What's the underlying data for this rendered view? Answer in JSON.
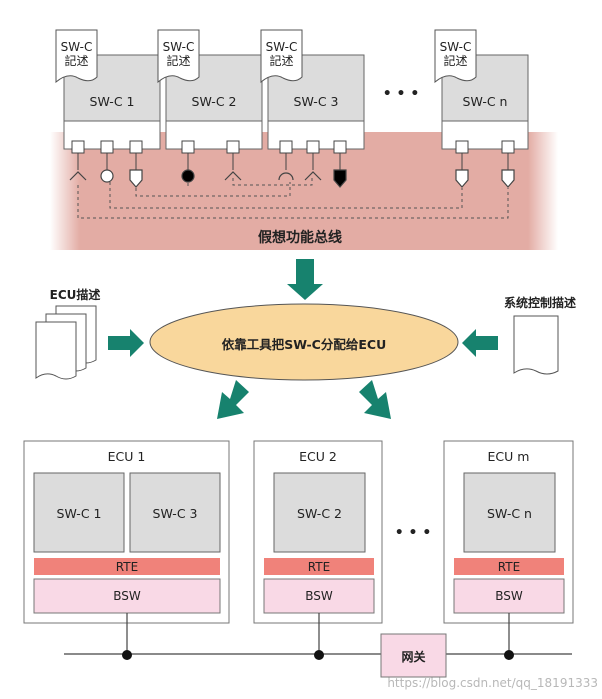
{
  "top": {
    "components": [
      {
        "doc": "SW-C\n記述",
        "name": "SW-C 1"
      },
      {
        "doc": "SW-C\n記述",
        "name": "SW-C 2"
      },
      {
        "doc": "SW-C\n記述",
        "name": "SW-C 3"
      },
      {
        "doc": "SW-C\n記述",
        "name": "SW-C n"
      }
    ],
    "ellipsis": "• • •",
    "bus_label": "假想功能总线"
  },
  "middle": {
    "ecu_desc_label": "ECU描述",
    "tool_label": "依靠工具把SW-C分配给ECU",
    "sys_desc_label": "系统控制描述"
  },
  "ecus": [
    {
      "title": "ECU 1",
      "swcs": [
        "SW-C 1",
        "SW-C 3"
      ],
      "rte": "RTE",
      "bsw": "BSW"
    },
    {
      "title": "ECU 2",
      "swcs": [
        "SW-C 2"
      ],
      "rte": "RTE",
      "bsw": "BSW"
    },
    {
      "title": "ECU m",
      "swcs": [
        "SW-C n"
      ],
      "rte": "RTE",
      "bsw": "BSW"
    }
  ],
  "bottom_ellipsis": "• • •",
  "gateway_label": "网关",
  "watermark": "https://blog.csdn.net/qq_18191333",
  "colors": {
    "bus_fill": "#e3aca4",
    "component_fill": "#dcdcdc",
    "ellipse_fill": "#f9d79c",
    "arrow_fill": "#17826e",
    "rte_fill": "#f0827a",
    "bsw_fill": "#f9d9e6"
  }
}
